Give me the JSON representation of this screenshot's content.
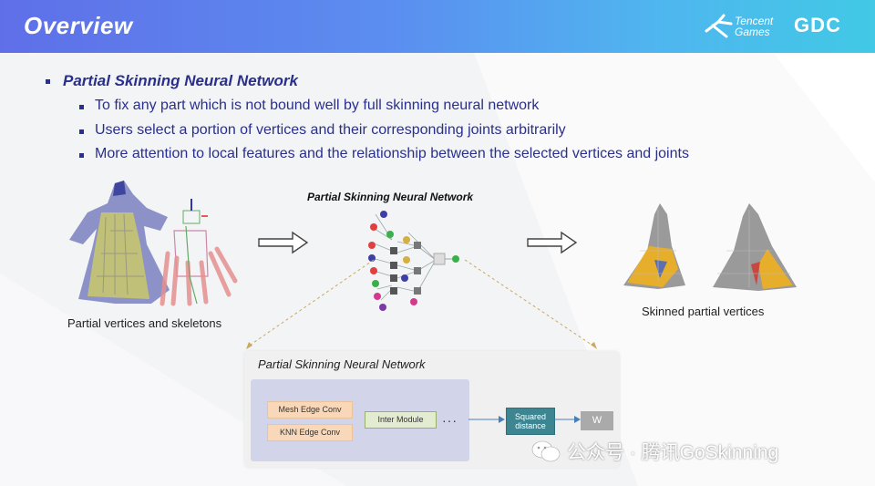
{
  "header": {
    "title": "Overview",
    "tencent_logo_text_1": "Tencent",
    "tencent_logo_text_2": "Games",
    "gdc_logo": "GDC"
  },
  "content": {
    "main_bullet": "Partial Skinning Neural Network",
    "sub_bullets": [
      "To fix any part which is not bound well by full skinning neural network",
      "Users select a portion of vertices and their corresponding joints arbitrarily",
      "More attention to local features and the relationship between the selected vertices and joints"
    ],
    "caption_left": "Partial vertices and skeletons",
    "caption_right": "Skinned partial vertices",
    "nn_title": "Partial Skinning Neural Network"
  },
  "detail_panel": {
    "title": "Partial Skinning Neural Network",
    "mesh_edge_conv": "Mesh Edge Conv",
    "knn_edge_conv": "KNN Edge Conv",
    "inter_module": "Inter Module",
    "ellipsis": "···",
    "squared_distance_1": "Squared",
    "squared_distance_2": "distance",
    "output": "W"
  },
  "watermark": {
    "text": "公众号 · 腾讯GoSkinning",
    "icon": "wechat-icon"
  },
  "colors": {
    "header_start": "#5f6fe8",
    "header_end": "#41c9e6",
    "bullet_text": "#2a2f8c"
  }
}
